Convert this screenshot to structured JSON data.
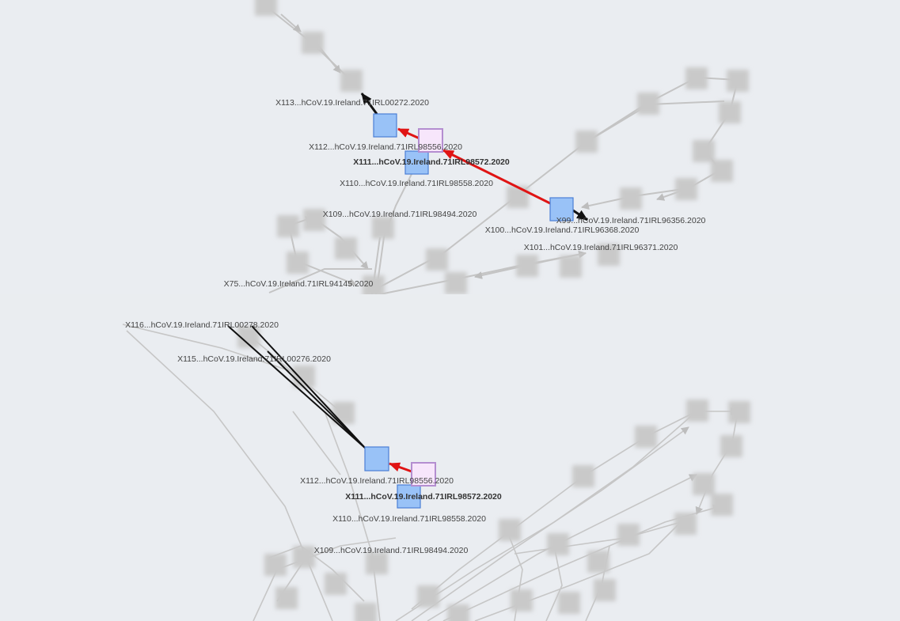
{
  "graph_top": {
    "labels": [
      {
        "id": "X113",
        "text": "X113...hCoV.19.Ireland.71IRL00272.2020"
      },
      {
        "id": "X112",
        "text": "X112...hCoV.19.Ireland.71IRL98556.2020"
      },
      {
        "id": "X111",
        "text": "X111...hCoV.19.Ireland.71IRL98572.2020"
      },
      {
        "id": "X110",
        "text": "X110...hCoV.19.Ireland.71IRL98558.2020"
      },
      {
        "id": "X109",
        "text": "X109...hCoV.19.Ireland.71IRL98494.2020"
      },
      {
        "id": "X99",
        "text": "X99...hCoV.19.Ireland.71IRL96356.2020"
      },
      {
        "id": "X100",
        "text": "X100...hCoV.19.Ireland.71IRL96368.2020"
      },
      {
        "id": "X101",
        "text": "X101...hCoV.19.Ireland.71IRL96371.2020"
      },
      {
        "id": "X75",
        "text": "X75...hCoV.19.Ireland.71IRL94145.2020"
      }
    ]
  },
  "graph_bottom": {
    "labels": [
      {
        "id": "X116",
        "text": "X116...hCoV.19.Ireland.71IRL00278.2020"
      },
      {
        "id": "X115",
        "text": "X115...hCoV.19.Ireland.71IRL00276.2020"
      },
      {
        "id": "X112",
        "text": "X112...hCoV.19.Ireland.71IRL98556.2020"
      },
      {
        "id": "X111",
        "text": "X111...hCoV.19.Ireland.71IRL98572.2020"
      },
      {
        "id": "X110",
        "text": "X110...hCoV.19.Ireland.71IRL98558.2020"
      },
      {
        "id": "X109",
        "text": "X109...hCoV.19.Ireland.71IRL98494.2020"
      }
    ]
  },
  "colors": {
    "node_blue": "#99c2f7",
    "node_blue_border": "#4a7fd6",
    "node_pink": "#f7e6fb",
    "node_pink_border": "#b48ed0",
    "edge_highlight": "#e01414",
    "edge_path": "#111111",
    "edge_faded": "#c4c4c4"
  }
}
